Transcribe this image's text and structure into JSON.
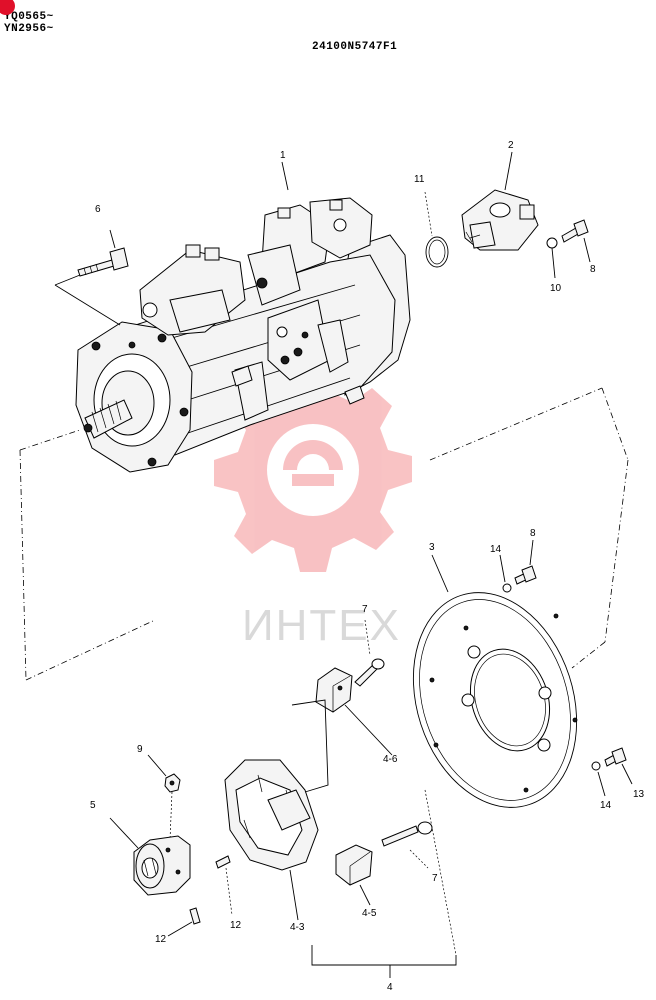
{
  "header": {
    "serial_line_1": "YQ0565~",
    "serial_line_2": "YN2956~",
    "drawing_number": "24100N5747F1"
  },
  "watermark": {
    "text": "ИНТЕХ",
    "color": "#e8262b"
  },
  "callouts": {
    "c1": "1",
    "c2": "2",
    "c3": "3",
    "c4": "4",
    "c4_3": "4-3",
    "c4_5": "4-5",
    "c4_6": "4-6",
    "c5": "5",
    "c6": "6",
    "c7a": "7",
    "c7b": "7",
    "c8a": "8",
    "c8b": "8",
    "c9": "9",
    "c10": "10",
    "c11": "11",
    "c12a": "12",
    "c12b": "12",
    "c13": "13",
    "c14a": "14",
    "c14b": "14"
  }
}
